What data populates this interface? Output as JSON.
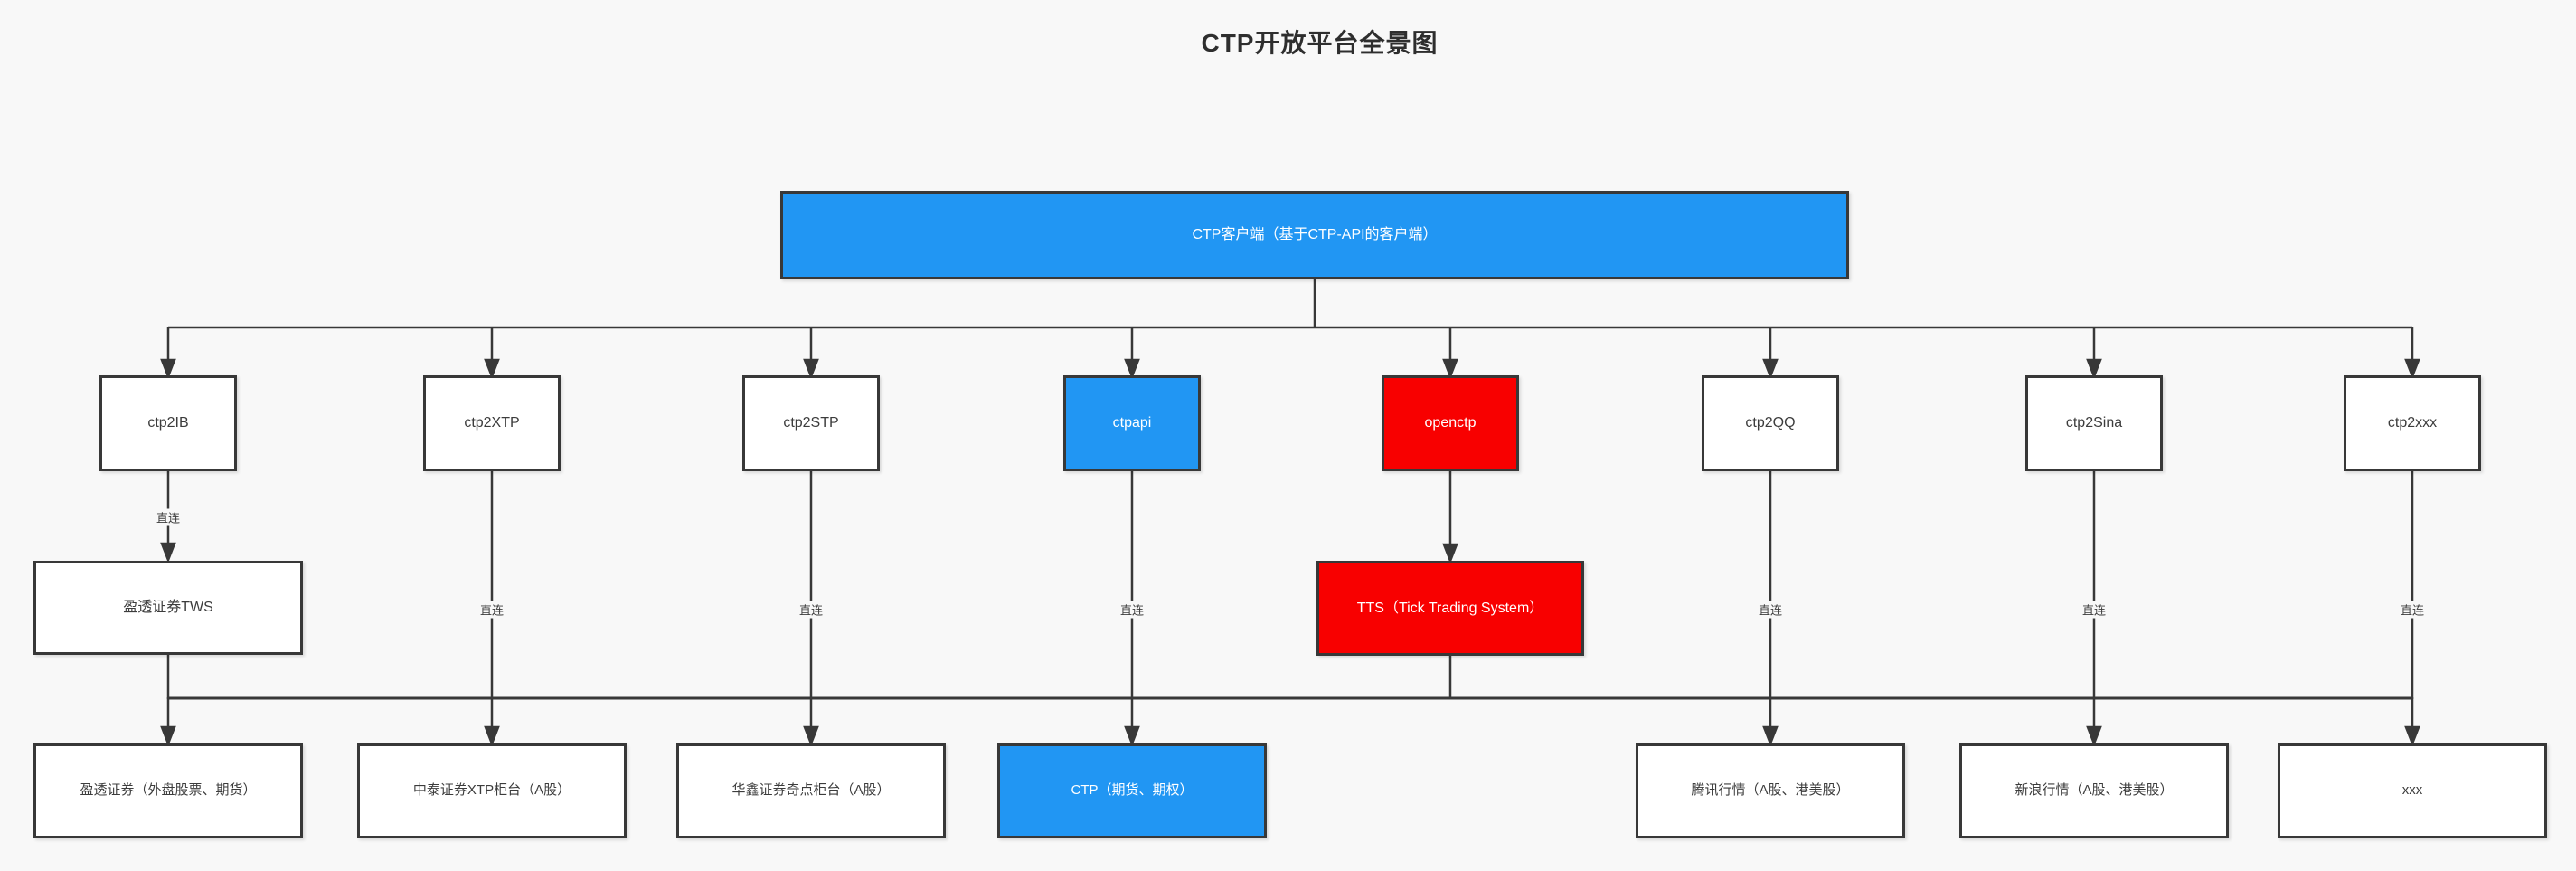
{
  "title": "CTP开放平台全景图",
  "edge_label": "直连",
  "colors": {
    "background": "#F8F8F8",
    "accent_blue": "#2196F3",
    "accent_red": "#F80000",
    "border": "#383838",
    "text": "#3c3c3c"
  },
  "nodes": {
    "client": {
      "label": "CTP客户端（基于CTP-API的客户端）"
    },
    "adapters": [
      {
        "label": "ctp2IB"
      },
      {
        "label": "ctp2XTP"
      },
      {
        "label": "ctp2STP"
      },
      {
        "label": "ctpapi"
      },
      {
        "label": "openctp"
      },
      {
        "label": "ctp2QQ"
      },
      {
        "label": "ctp2Sina"
      },
      {
        "label": "ctp2xxx"
      }
    ],
    "middleware": [
      {
        "label": "盈透证券TWS"
      },
      {
        "label": "TTS（Tick Trading System）"
      }
    ],
    "backends": [
      {
        "label": "盈透证券（外盘股票、期货）"
      },
      {
        "label": "中泰证券XTP柜台（A股）"
      },
      {
        "label": "华鑫证券奇点柜台（A股）"
      },
      {
        "label": "CTP（期货、期权）"
      },
      {
        "label": "腾讯行情（A股、港美股）"
      },
      {
        "label": "新浪行情（A股、港美股）"
      },
      {
        "label": "xxx"
      }
    ]
  }
}
